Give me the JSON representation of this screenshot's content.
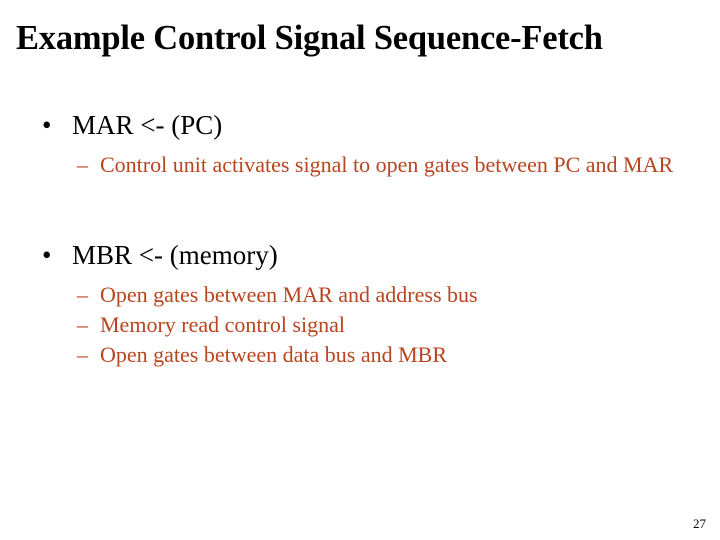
{
  "slide": {
    "title": "Example Control Signal Sequence-Fetch",
    "page_number": "27",
    "colors": {
      "background": "#ffffff",
      "title_text": "#000000",
      "level1_text": "#000000",
      "level2_text": "#B8451F"
    },
    "markers": {
      "level1": "•",
      "level2": "–"
    },
    "groups": [
      {
        "level1": "MAR <- (PC)",
        "level2": [
          "Control unit activates signal to open gates between PC and MAR"
        ]
      },
      {
        "level1": "MBR <- (memory)",
        "level2": [
          "Open gates between MAR and address bus",
          "Memory read control signal",
          "Open gates between data bus and MBR"
        ]
      }
    ]
  }
}
